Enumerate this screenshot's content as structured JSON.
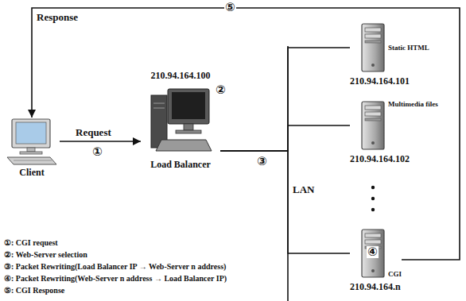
{
  "diagram": {
    "nodes": [
      {
        "text": [
          "Client"
        ]
      },
      {
        "text": [
          "210.94.164.100",
          "Load Balancer"
        ]
      },
      {
        "text": [
          "Static HTML",
          "210.94.164.101"
        ]
      },
      {
        "text": [
          "Multimedia files",
          "210.94.164.102"
        ]
      },
      {
        "text": [
          "CGI",
          "210.94.164.n"
        ]
      }
    ],
    "edges": [
      {
        "from": 0,
        "to": 1,
        "arrow": "to",
        "label": "Request"
      },
      {
        "from": 1,
        "to": 2,
        "arrow": "none"
      },
      {
        "from": 1,
        "to": 3,
        "arrow": "none"
      },
      {
        "from": 1,
        "to": 4,
        "arrow": "none"
      },
      {
        "from": 4,
        "to": 0,
        "arrow": "to",
        "label": "Response"
      }
    ],
    "labels": [
      "①",
      "②",
      "③",
      "④",
      "⑤",
      "LAN"
    ],
    "legend": [
      {
        "text": "①: CGI request"
      },
      {
        "text": "②: Web-Server selection"
      },
      {
        "text": "③: Packet Rewriting(Load Balancer IP → Web-Server n address)"
      },
      {
        "text": "④: Packet Rewriting(Web-Server n address → Load Balancer IP)"
      },
      {
        "text": "⑤: CGI Response"
      }
    ]
  }
}
